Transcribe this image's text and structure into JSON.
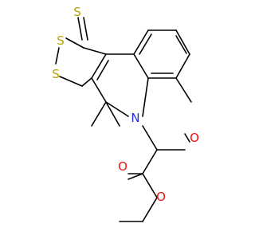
{
  "colors": {
    "carbon_bond": "#000000",
    "sulfur": "#b8a400",
    "nitrogen": "#1f2fe0",
    "oxygen": "#ee1111",
    "background": "#ffffff"
  },
  "atoms": {
    "s_thione": "S",
    "s_ring_upper": "S",
    "s_ring_lower": "S",
    "n_ring": "N",
    "o_ketone": "O",
    "o_ester_carbonyl": "O",
    "o_ester_ether": "O"
  }
}
